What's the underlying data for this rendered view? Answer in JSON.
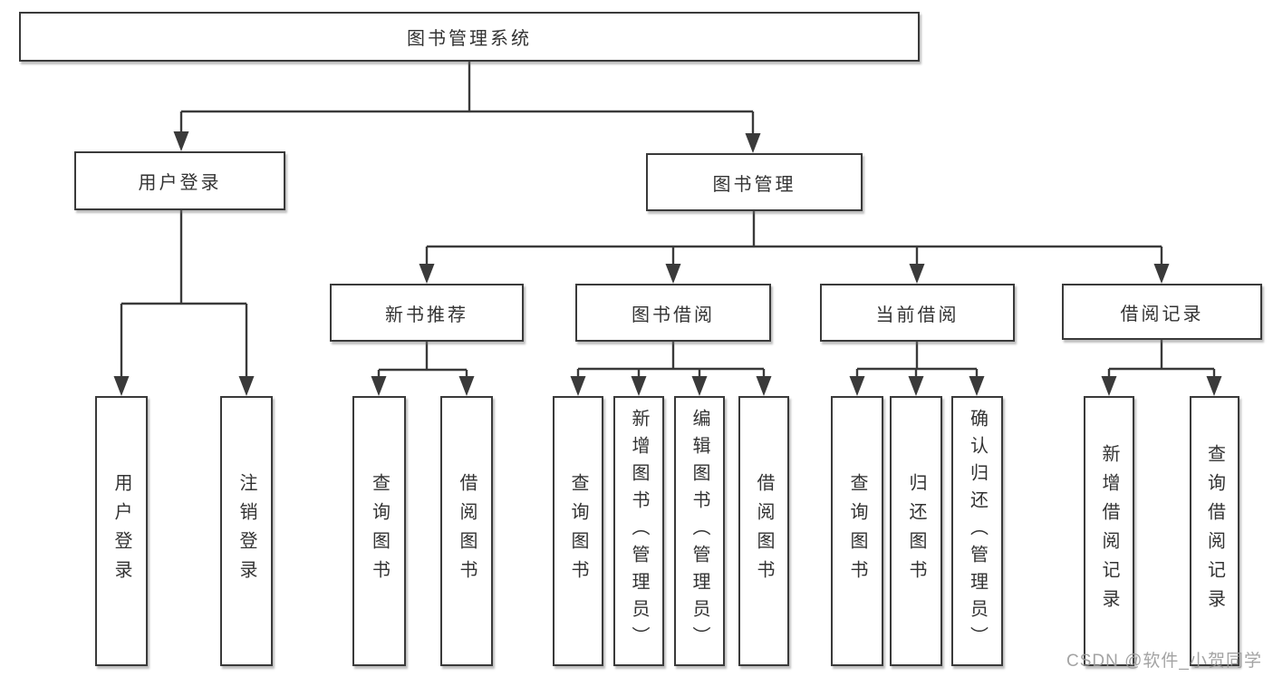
{
  "tree": {
    "root": "图书管理系统",
    "branches": [
      {
        "label": "用户登录",
        "leaves": [
          "用户登录",
          "注销登录"
        ]
      },
      {
        "label": "图书管理",
        "groups": [
          {
            "label": "新书推荐",
            "leaves": [
              "查询图书",
              "借阅图书"
            ]
          },
          {
            "label": "图书借阅",
            "leaves": [
              "查询图书",
              "新增图书（管理员）",
              "编辑图书（管理员）",
              "借阅图书"
            ]
          },
          {
            "label": "当前借阅",
            "leaves": [
              "查询图书",
              "归还图书",
              "确认归还（管理员）"
            ]
          },
          {
            "label": "借阅记录",
            "leaves": [
              "新增借阅记录",
              "查询借阅记录"
            ]
          }
        ]
      }
    ]
  },
  "watermark": "CSDN @软件_小贺同学",
  "colors": {
    "line": "#3a3a3a",
    "box_border": "#3a3a3a",
    "text": "#333333",
    "watermark": "#9a9a9a",
    "background": "#ffffff"
  }
}
